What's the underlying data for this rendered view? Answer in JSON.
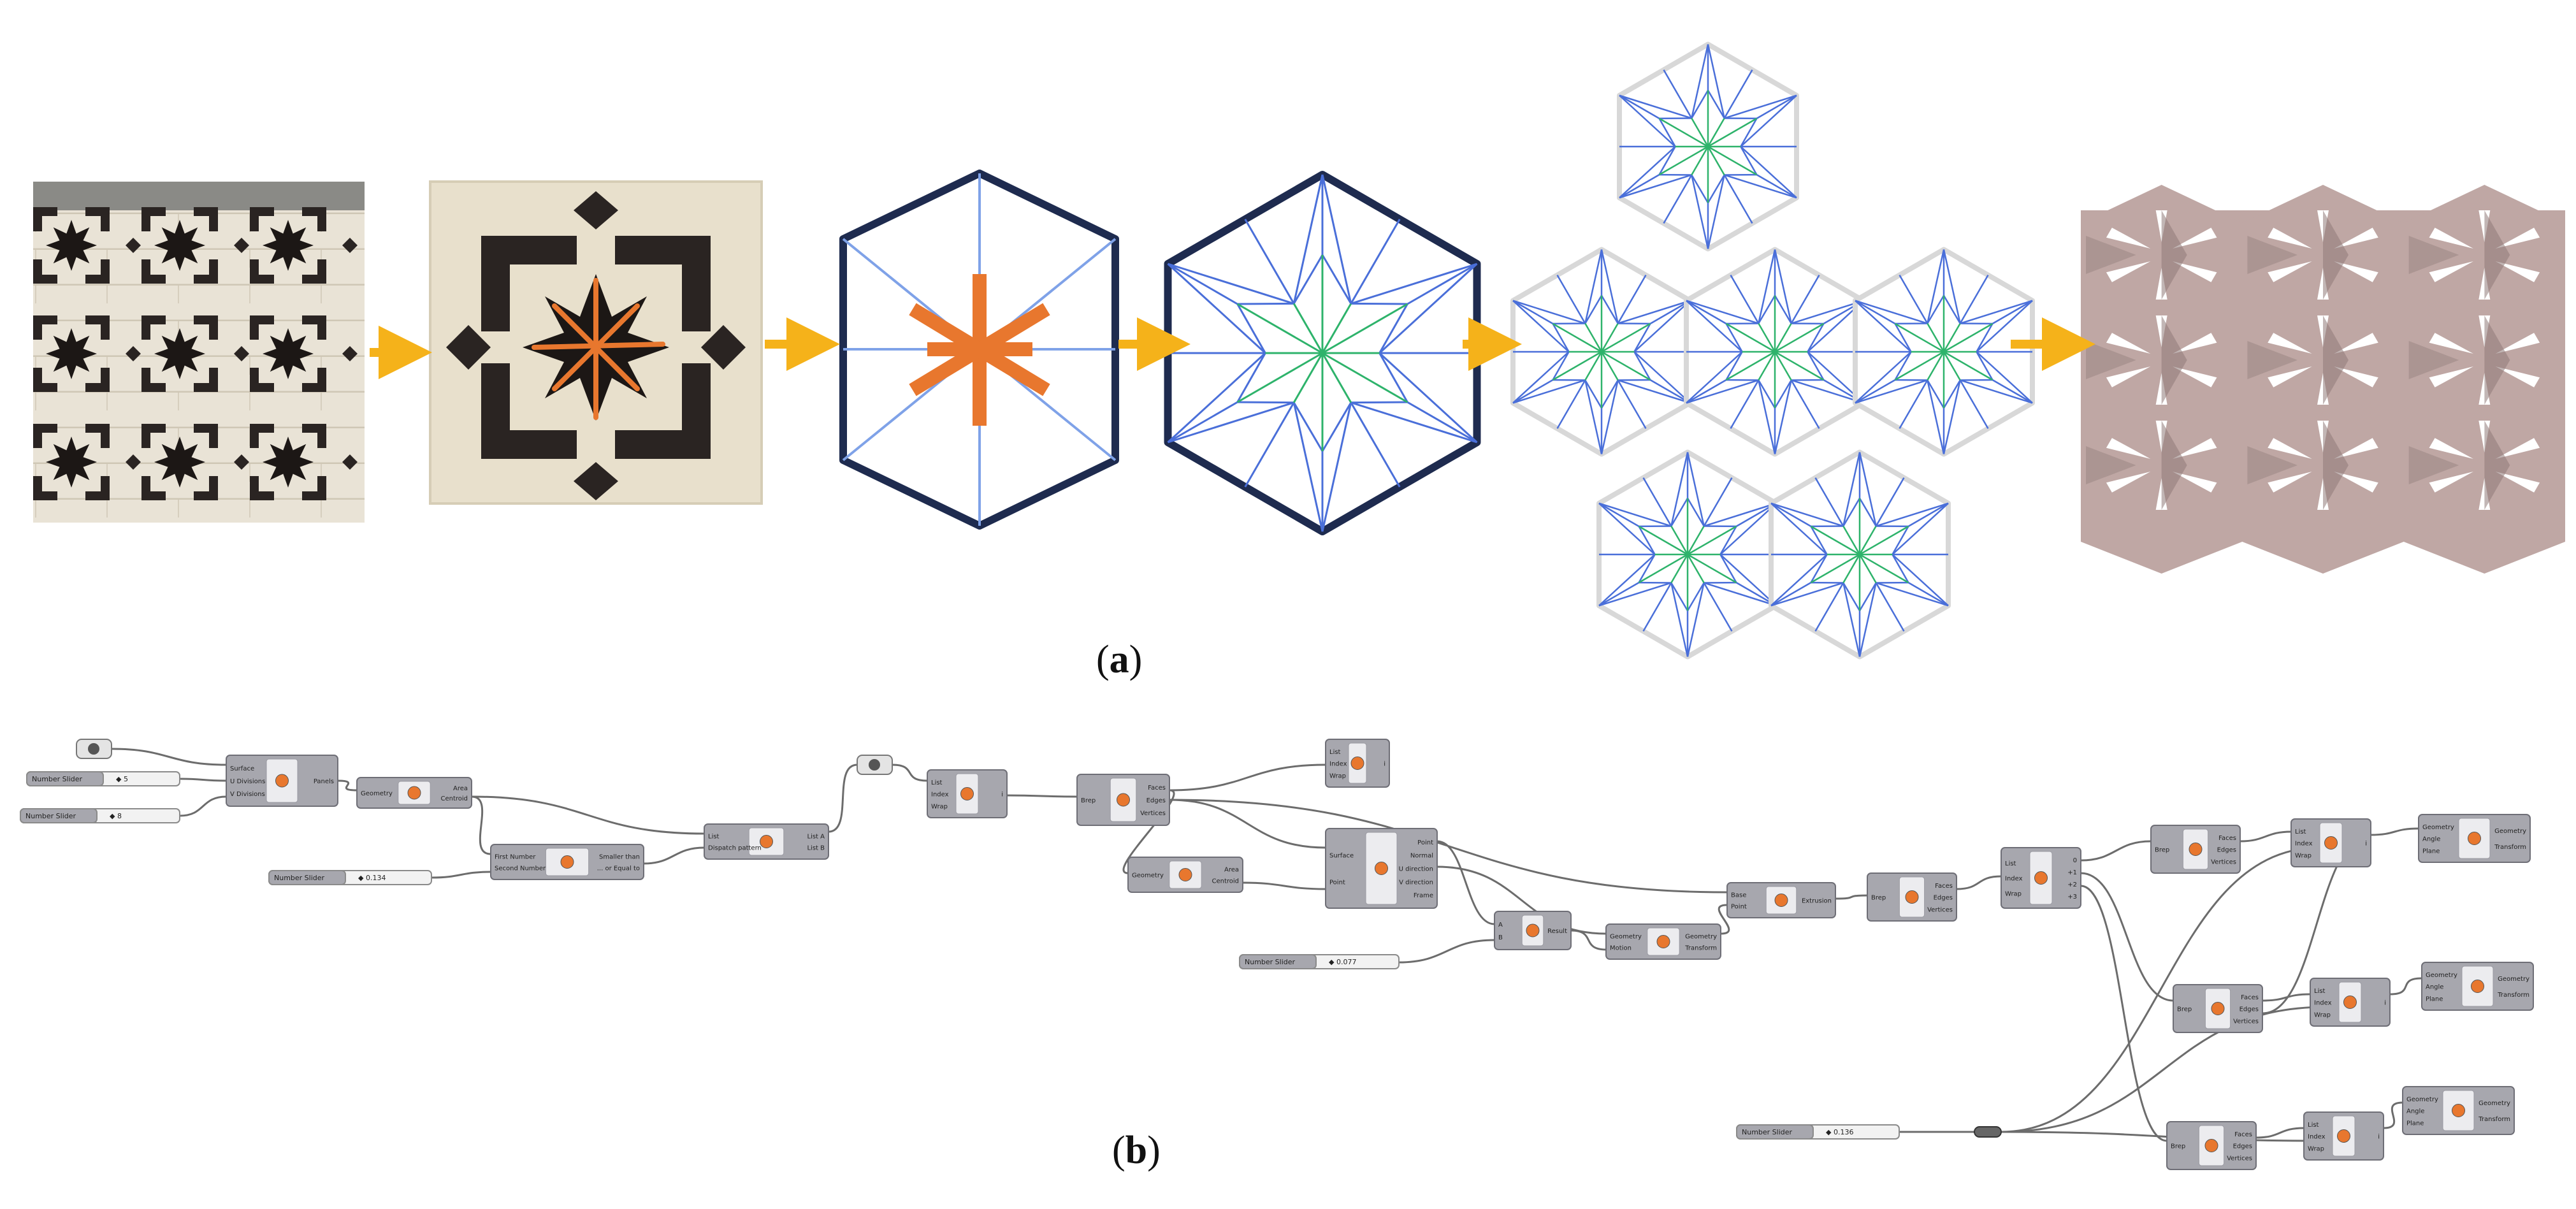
{
  "figure": {
    "part_a_label": "a",
    "part_b_label": "b"
  },
  "colors": {
    "arrow": "#F5B21A",
    "hex_outline": "#1E2B4F",
    "orange_star": "#E8772E",
    "blue_line": "#4A6FD9",
    "green_line": "#2EB36B",
    "grey_cell": "#D8D8D8",
    "panel_fill": "#BFA7A4",
    "panel_shadow": "#8F7A78",
    "node_body": "#A7A7AE",
    "node_dark": "#7C7C85",
    "wire": "#6C6C6C"
  },
  "gh": {
    "sliders": [
      {
        "label": "Number Slider",
        "value": "5"
      },
      {
        "label": "Number Slider",
        "value": "8"
      },
      {
        "label": "Number Slider",
        "value": "0.134"
      },
      {
        "label": "Number Slider",
        "value": "0.077"
      },
      {
        "label": "Number Slider",
        "value": "0.136"
      }
    ],
    "nodes": {
      "divide": {
        "inputs": [
          "Surface",
          "U Divisions",
          "V Divisions"
        ],
        "outputs": [
          "Panels"
        ]
      },
      "area1": {
        "inputs": [
          "Geometry"
        ],
        "outputs": [
          "Area",
          "Centroid"
        ]
      },
      "smaller": {
        "inputs": [
          "First Number",
          "Second Number"
        ],
        "outputs": [
          "Smaller than",
          "... or Equal to"
        ]
      },
      "dispatch": {
        "inputs": [
          "List",
          "Dispatch pattern"
        ],
        "outputs": [
          "List A",
          "List B"
        ]
      },
      "listitem1": {
        "inputs": [
          "List",
          "Index",
          "Wrap"
        ],
        "outputs": [
          "i"
        ]
      },
      "deconb1": {
        "inputs": [
          "Brep"
        ],
        "outputs": [
          "Faces",
          "Edges",
          "Vertices"
        ]
      },
      "listitem2": {
        "inputs": [
          "List",
          "Index",
          "Wrap"
        ],
        "outputs": [
          "i"
        ]
      },
      "area2": {
        "inputs": [
          "Geometry"
        ],
        "outputs": [
          "Area",
          "Centroid"
        ]
      },
      "evalsrf": {
        "inputs": [
          "Surface",
          "Point"
        ],
        "outputs": [
          "Point",
          "Normal",
          "U direction",
          "V direction",
          "Frame"
        ]
      },
      "amplitude": {
        "inputs": [
          "A",
          "B"
        ],
        "outputs": [
          "Result"
        ]
      },
      "move": {
        "inputs": [
          "Geometry",
          "Motion"
        ],
        "outputs": [
          "Geometry",
          "Transform"
        ]
      },
      "extrude": {
        "inputs": [
          "Base",
          "Point"
        ],
        "outputs": [
          "Extrusion"
        ]
      },
      "deconb2": {
        "inputs": [
          "Brep"
        ],
        "outputs": [
          "Faces",
          "Edges",
          "Vertices"
        ]
      },
      "listitem3": {
        "inputs": [
          "List",
          "Index",
          "Wrap"
        ],
        "outputs": [
          "0",
          "+1",
          "+2",
          "+3"
        ]
      },
      "deconb3": {
        "inputs": [
          "Brep"
        ],
        "outputs": [
          "Faces",
          "Edges",
          "Vertices"
        ]
      },
      "listitem4": {
        "inputs": [
          "List",
          "Index",
          "Wrap"
        ],
        "outputs": [
          "i"
        ]
      },
      "rotate1": {
        "inputs": [
          "Geometry",
          "Angle",
          "Plane"
        ],
        "outputs": [
          "Geometry",
          "Transform"
        ]
      },
      "deconb4": {
        "inputs": [
          "Brep"
        ],
        "outputs": [
          "Faces",
          "Edges",
          "Vertices"
        ]
      },
      "listitem5": {
        "inputs": [
          "List",
          "Index",
          "Wrap"
        ],
        "outputs": [
          "i"
        ]
      },
      "rotate2": {
        "inputs": [
          "Geometry",
          "Angle",
          "Plane"
        ],
        "outputs": [
          "Geometry",
          "Transform"
        ]
      },
      "deconb5": {
        "inputs": [
          "Brep"
        ],
        "outputs": [
          "Faces",
          "Edges",
          "Vertices"
        ]
      },
      "listitem6": {
        "inputs": [
          "List",
          "Index",
          "Wrap"
        ],
        "outputs": [
          "i"
        ]
      },
      "rotate3": {
        "inputs": [
          "Geometry",
          "Angle",
          "Plane"
        ],
        "outputs": [
          "Geometry",
          "Transform"
        ]
      }
    }
  }
}
